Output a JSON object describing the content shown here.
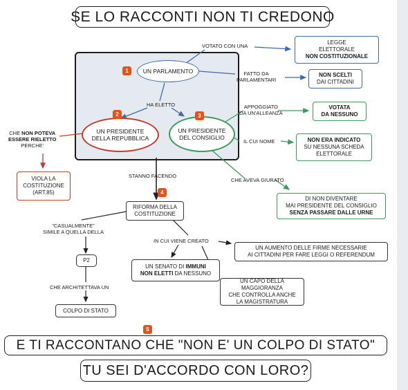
{
  "title": "SE LO RACCONTI NON TI CREDONO",
  "subtitle1": "E TI RACCONTANO CHE \"NON E' UN COLPO DI STATO\"",
  "subtitle2": "TU SEI D'ACCORDO CON LORO?",
  "nodes": {
    "parlamento": "UN PARLAMENTO",
    "pres_rep": [
      "UN PRESIDENTE",
      "DELLA REPUBBLICA"
    ],
    "pres_cons": [
      "UN PRESIDENTE",
      "DEL CONSIGLIO"
    ],
    "legge": [
      "LEGGE",
      "ELETTORALE",
      "NON COSTITUZIONALE"
    ],
    "non_scelti": [
      "NON SCELTI",
      "DAI CITTADINI"
    ],
    "votata": [
      "VOTATA",
      "DA NESSUNO"
    ],
    "non_indicato": [
      "NON ERA INDICATO",
      "SU NESSUNA SCHEDA",
      "ELETTORALE"
    ],
    "di_non": [
      "DI NON DIVENTARE",
      "MAI PRESIDENTE DEL CONSIGLIO",
      "SENZA PASSARE DALLE URNE"
    ],
    "viola": [
      "VIOLA LA",
      "COSTITUZIONE",
      "(ART.85)"
    ],
    "riforma": [
      "RIFORMA DELLA",
      "COSTITUZIONE"
    ],
    "firme": [
      "UN AUMENTO DELLE FIRME NECESSARIE",
      "AI CITTADINI PER FARE LEGGI O REFERENDUM"
    ],
    "senato": [
      "UN SENATO DI",
      "IMMUNI",
      "NON ELETTI",
      "DA NESSUNO"
    ],
    "capo": [
      "UN CAPO DELLA MAGGIORANZA",
      "CHE CONTROLLA ANCHE",
      "LA MAGISTRATURA"
    ],
    "p2": "P2",
    "colpo": "COLPO DI STATO"
  },
  "labels": {
    "votato": "VOTATO CON UNA",
    "fatto_da": [
      "FATTO DA",
      "PARLAMENTARI"
    ],
    "ha_eletto": "HA ELETTO",
    "appoggiato": [
      "APPOGGIATO",
      "DA UN'ALLEANZA"
    ],
    "il_cui_nome": "IL CUI NOME",
    "che_non_poteva": [
      "CHE",
      "NON POTEVA",
      "ESSERE RIELETTO",
      "PERCHE'"
    ],
    "stanno_facendo": "STANNO FACENDO",
    "che_aveva_giurato": "CHE AVEVA GIURATO",
    "casualmente": [
      "\"CASUALMENTE\"",
      "SIMILE A QUELLA DELLA"
    ],
    "in_cui_viene_creato": "IN CUI VIENE CREATO",
    "che_architettava": "CHE ARCHITETTAVA UN"
  },
  "badges": [
    "1",
    "2",
    "3",
    "4",
    "5"
  ],
  "colors": {
    "blue": "#3e6aa8",
    "green": "#3b9a5c",
    "red": "#c23b2c",
    "panel": "#e4eaf0",
    "badge": "#e0541c"
  }
}
